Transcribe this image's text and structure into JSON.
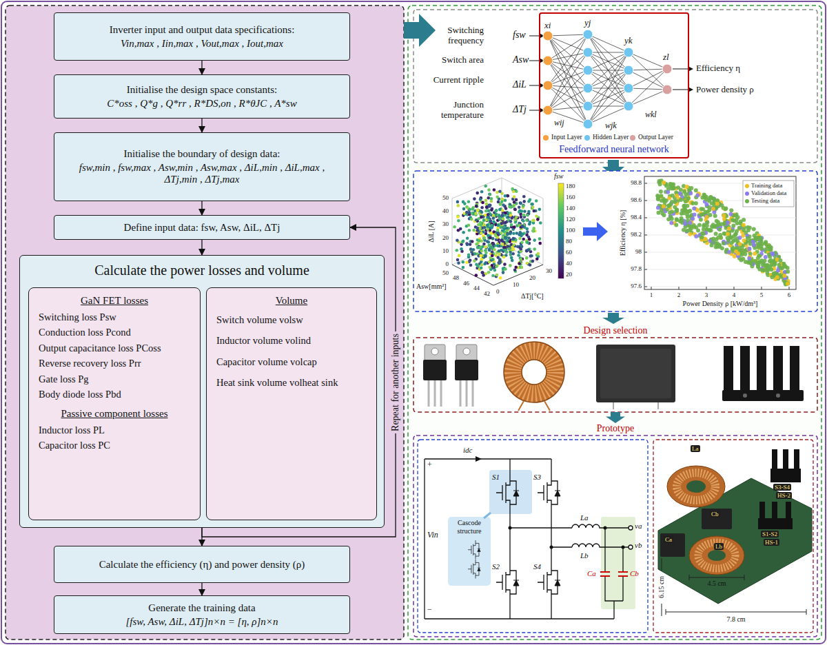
{
  "diagram": {
    "nodes": [
      {
        "text": [
          "Inverter input and output data specifications:",
          "Vin,max , Iin,max , Vout,max , Iout,max"
        ]
      },
      {
        "text": [
          "Initialise the design space constants:",
          "C*oss , Q*g , Q*rr , R*DS,on , R*θJC , A*sw"
        ]
      },
      {
        "text": [
          "Initialise the boundary of design data:",
          "fsw,min , fsw,max , Asw,min , Asw,max , ΔiL,min , ΔiL,max , ΔTj,min , ΔTj,max"
        ]
      },
      {
        "text": [
          "Define input data: fsw, Asw, ΔiL, ΔTj"
        ]
      },
      {
        "text": [
          "Calculate the power losses and volume"
        ]
      },
      {
        "text": [
          "GaN FET losses",
          "Switching loss Psw",
          "Conduction loss Pcond",
          "Output capacitance loss PCoss",
          "Reverse recovery loss Prr",
          "Gate loss Pg",
          "Body diode loss Pbd",
          "Passive component losses",
          "Inductor loss PL",
          "Capacitor loss PC"
        ],
        "in": 4
      },
      {
        "text": [
          "Volume",
          "Switch volume volsw",
          "Inductor volume volind",
          "Capacitor volume volcap",
          "Heat sink volume volheat sink"
        ],
        "in": 4
      },
      {
        "text": [
          "Calculate the efficiency (η) and power density (ρ)"
        ]
      },
      {
        "text": [
          "Generate the training data",
          "[fsw, Asw, ΔiL, ΔTj]n×n = [η, ρ]n×n"
        ]
      },
      {
        "text": [
          "Feedforward neural network"
        ]
      },
      {
        "text": [
          "Design selection"
        ]
      },
      {
        "text": [
          "Prototype"
        ]
      }
    ],
    "edges": [
      {
        "from": 0,
        "to": 1,
        "arrow": "to"
      },
      {
        "from": 1,
        "to": 2,
        "arrow": "to"
      },
      {
        "from": 2,
        "to": 3,
        "arrow": "to"
      },
      {
        "from": 3,
        "to": 4,
        "arrow": "to"
      },
      {
        "from": 4,
        "to": 7,
        "arrow": "to"
      },
      {
        "from": 4,
        "to": 3,
        "label": "Repeat for another inputs",
        "arrow": "to"
      },
      {
        "from": 7,
        "to": 8,
        "arrow": "to"
      },
      {
        "from": 10,
        "to": 11,
        "arrow": "to"
      }
    ],
    "labels": [
      "Switching frequency",
      "fsw",
      "Switch area",
      "Asw",
      "Current ripple",
      "ΔiL",
      "Junction temperature",
      "ΔTj",
      "xi",
      "yj",
      "yk",
      "zl",
      "wij",
      "wjk",
      "wkl",
      "Efficiency η",
      "Power density ρ",
      "ΔiL [A]",
      "50",
      "40",
      "30",
      "20",
      "10",
      "0",
      "Asw[mm²]",
      "50",
      "48",
      "46",
      "44",
      "42",
      "ΔTj[°C]",
      "0",
      "10",
      "20",
      "30",
      "fsw",
      "180",
      "160",
      "140",
      "120",
      "100",
      "80",
      "60",
      "40",
      "20",
      "Efficiency η [%]",
      "98.8",
      "98.6",
      "98.4",
      "98.2",
      "98",
      "97.8",
      "97.6",
      "1",
      "2",
      "3",
      "4",
      "5",
      "6",
      "Power Density ρ [kW/dm³]",
      "+",
      "−",
      "Vin",
      "idc",
      "S1",
      "Cascode structure",
      "S2",
      "S3",
      "S4",
      "La",
      "Lb",
      "va",
      "vb",
      "Ca",
      "Cb",
      "La",
      "Cb",
      "Ca",
      "Lb",
      "S3-S4",
      "HS-2",
      "S1-S2",
      "HS-1",
      "4.5 cm",
      "6.15 cm",
      "7.8 cm"
    ],
    "legend": [
      {
        "text": "Input Layer",
        "color": "#f5a040"
      },
      {
        "text": "Hidden Layer",
        "color": "#6ec6f0"
      },
      {
        "text": "Output Layer",
        "color": "#d9a0a0"
      },
      {
        "text": "Training data",
        "color": "#f0c020"
      },
      {
        "text": "Validation data",
        "color": "#8a7cf0"
      },
      {
        "text": "Testing data",
        "color": "#6cb04a"
      }
    ]
  }
}
